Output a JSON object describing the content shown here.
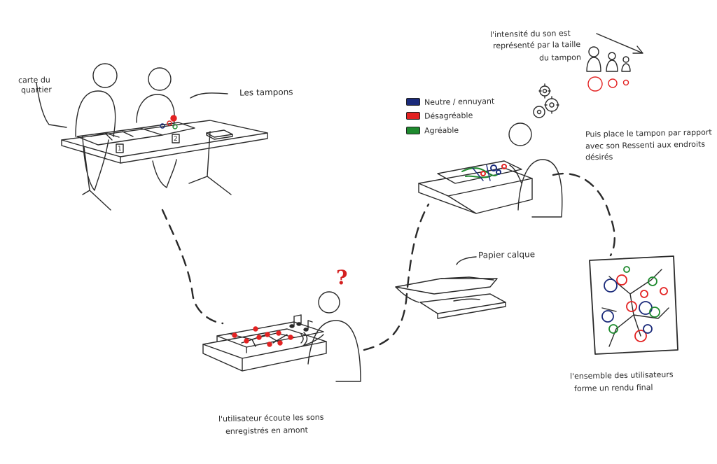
{
  "labels": {
    "carte_line1": "carte du",
    "carte_line2": "quartier",
    "tampons": "Les tampons",
    "intensite_line1": "l'intensité du son est",
    "intensite_line2": "représenté par la taille",
    "intensite_line3": "du tampon",
    "place_line1": "Puis place le tampon par rapport",
    "place_line2": "avec son Ressenti aux endroits",
    "place_line3": "désirés",
    "papier": "Papier calque",
    "ecoute_line1": "l'utilisateur écoute les sons",
    "ecoute_line2": "enregistrés en amont",
    "ensemble_line1": "l'ensemble des utilisateurs",
    "ensemble_line2": "forme un rendu final",
    "question": "?",
    "box1": "1",
    "box2": "2"
  },
  "legend": [
    {
      "label": "Neutre / ennuyant",
      "color": "#1a2a7a"
    },
    {
      "label": "Désagréable",
      "color": "#e32222"
    },
    {
      "label": "Agréable",
      "color": "#1e8a2e"
    }
  ],
  "colors": {
    "ink": "#2a2a2a",
    "red": "#e32222",
    "blue": "#1a2a7a",
    "green": "#1e8a2e",
    "question": "#d42020"
  }
}
